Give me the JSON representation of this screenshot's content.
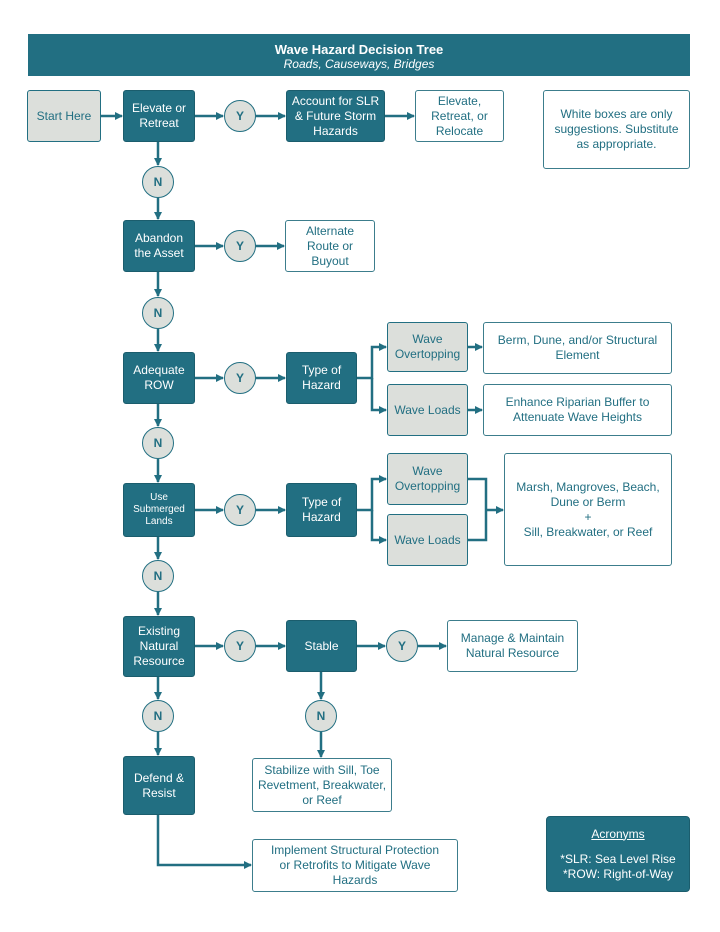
{
  "header": {
    "title": "Wave Hazard Decision Tree",
    "subtitle": "Roads, Causeways, Bridges"
  },
  "nodes": {
    "start": "Start Here",
    "elevate": "Elevate or Retreat",
    "account": "Account for SLR & Future Storm Hazards",
    "elevate_result": "Elevate, Retreat, or Relocate",
    "note": "White boxes are only suggestions. Substitute as appropriate.",
    "abandon": "Abandon the Asset",
    "alternate": "Alternate Route or Buyout",
    "row": "Adequate ROW",
    "type1": "Type of Hazard",
    "overtop1": "Wave Overtopping",
    "loads1": "Wave Loads",
    "berm": "Berm, Dune, and/or Structural Element",
    "riparian": "Enhance Riparian Buffer to Attenuate Wave Heights",
    "submerged": "Use Submerged Lands",
    "type2": "Type of Hazard",
    "overtop2": "Wave Overtopping",
    "loads2": "Wave Loads",
    "marsh_line1": "Marsh, Mangroves, Beach, Dune or Berm",
    "marsh_plus": "+",
    "marsh_line2": "Sill, Breakwater, or Reef",
    "existing": "Existing Natural Resource",
    "stable": "Stable",
    "manage": "Manage & Maintain Natural Resource",
    "stabilize": "Stabilize with Sill, Toe Revetment, Breakwater, or Reef",
    "defend": "Defend & Resist",
    "implement": "Implement Structural Protection or Retrofits to Mitigate Wave Hazards"
  },
  "decisions": {
    "yes": "Y",
    "no": "N"
  },
  "acronyms": {
    "title": "Acronyms",
    "items": [
      "*SLR: Sea Level Rise",
      "*ROW: Right-of-Way"
    ]
  },
  "colors": {
    "teal": "#226f82",
    "grey": "#dcdfdb"
  }
}
